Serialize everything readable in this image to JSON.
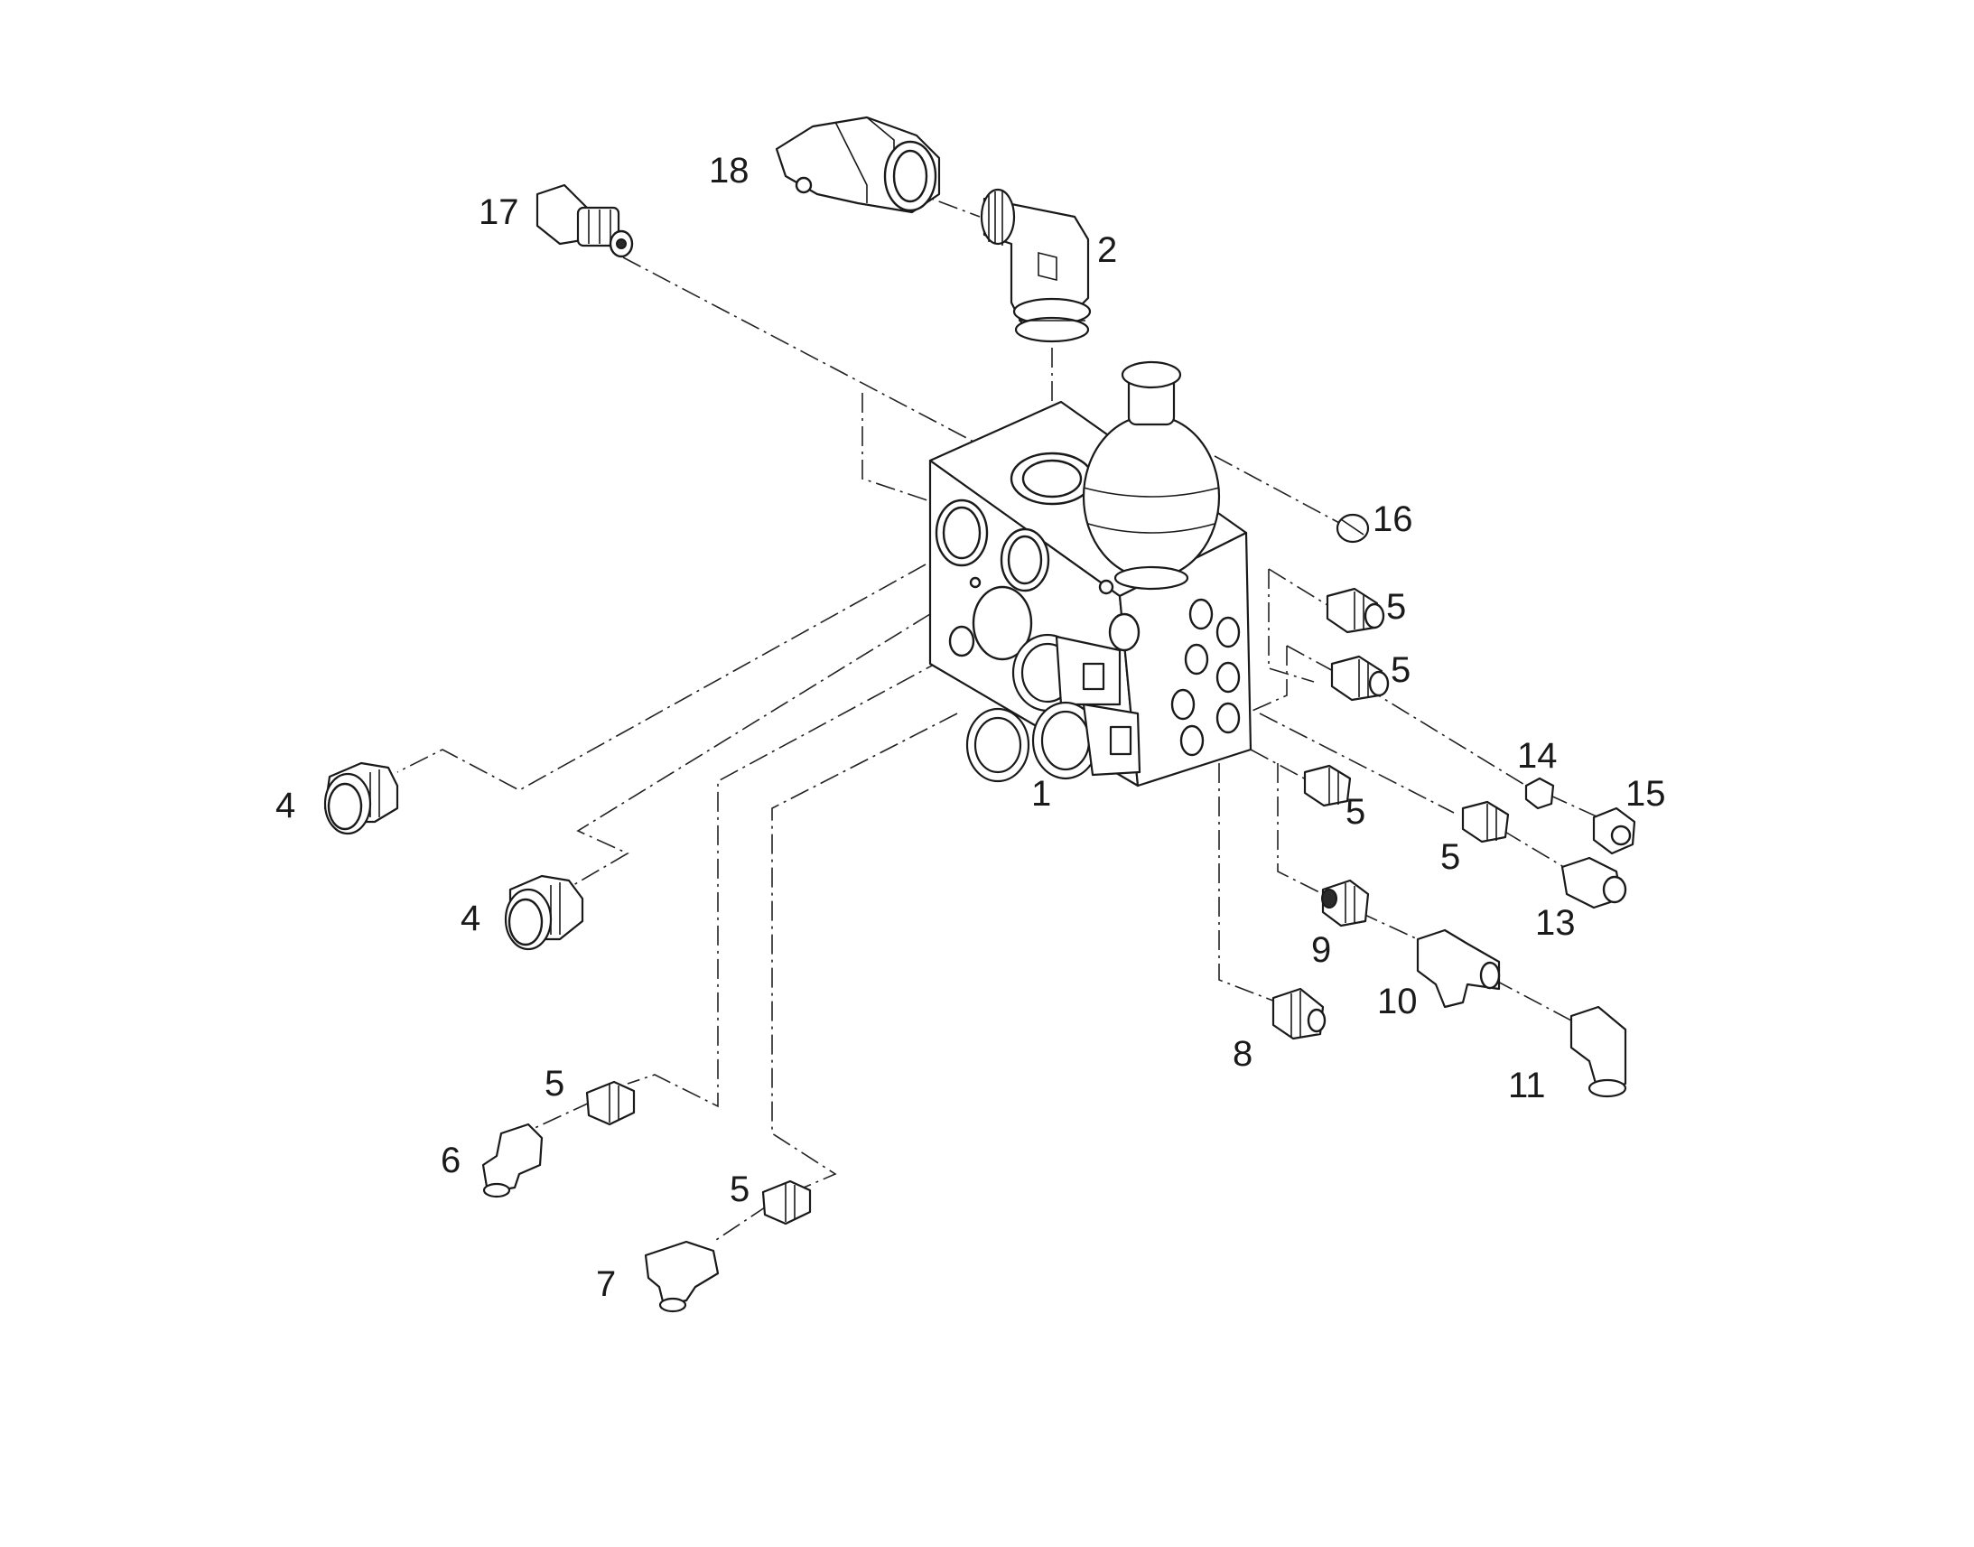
{
  "diagram": {
    "type": "exploded-parts-diagram",
    "callouts": [
      {
        "id": "c18",
        "label": "18"
      },
      {
        "id": "c17",
        "label": "17"
      },
      {
        "id": "c2",
        "label": "2"
      },
      {
        "id": "c16",
        "label": "16"
      },
      {
        "id": "c5a",
        "label": "5"
      },
      {
        "id": "c5b",
        "label": "5"
      },
      {
        "id": "c14",
        "label": "14"
      },
      {
        "id": "c15",
        "label": "15"
      },
      {
        "id": "c1",
        "label": "1"
      },
      {
        "id": "c5c",
        "label": "5"
      },
      {
        "id": "c5d",
        "label": "5"
      },
      {
        "id": "c13",
        "label": "13"
      },
      {
        "id": "c4a",
        "label": "4"
      },
      {
        "id": "c4b",
        "label": "4"
      },
      {
        "id": "c9",
        "label": "9"
      },
      {
        "id": "c10",
        "label": "10"
      },
      {
        "id": "c8",
        "label": "8"
      },
      {
        "id": "c11",
        "label": "11"
      },
      {
        "id": "c5e",
        "label": "5"
      },
      {
        "id": "c6",
        "label": "6"
      },
      {
        "id": "c5f",
        "label": "5"
      },
      {
        "id": "c7",
        "label": "7"
      }
    ]
  }
}
